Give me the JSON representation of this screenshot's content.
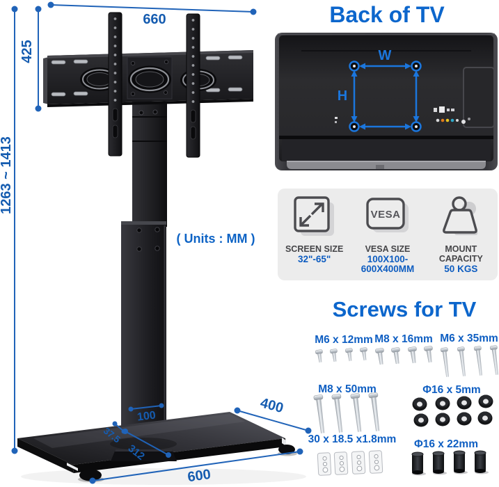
{
  "stand": {
    "units_note": "( Units : MM )",
    "dims": {
      "bracket_width": "660",
      "bracket_height": "425",
      "height_range": "1263 ~ 1413",
      "column_width": "100",
      "base_offset": "37.5",
      "base_inner": "312",
      "base_depth": "400",
      "base_width": "600"
    }
  },
  "tv": {
    "title": "Back of TV",
    "w_label": "W",
    "h_label": "H"
  },
  "specs": {
    "items": [
      {
        "label": "SCREEN SIZE",
        "value": "32\"-65\""
      },
      {
        "label": "VESA SIZE",
        "value": "100X100-600X400MM",
        "icon_text": "VESA"
      },
      {
        "label": "MOUNT CAPACITY",
        "value": "50 KGS"
      }
    ]
  },
  "screws": {
    "title": "Screws for TV",
    "labels": {
      "m6x12": "M6 x 12mm",
      "m8x16": "M8 x 16mm",
      "m6x35": "M6 x 35mm",
      "m8x50": "M8 x 50mm",
      "phi16x5": "Φ16 x 5mm",
      "plate": "30 x 18.5 x1.8mm",
      "phi16x22": "Φ16 x 22mm"
    }
  },
  "colors": {
    "accent": "#0c66cc",
    "dim_line": "#2063b8",
    "value_blue": "#0d5cc0"
  }
}
